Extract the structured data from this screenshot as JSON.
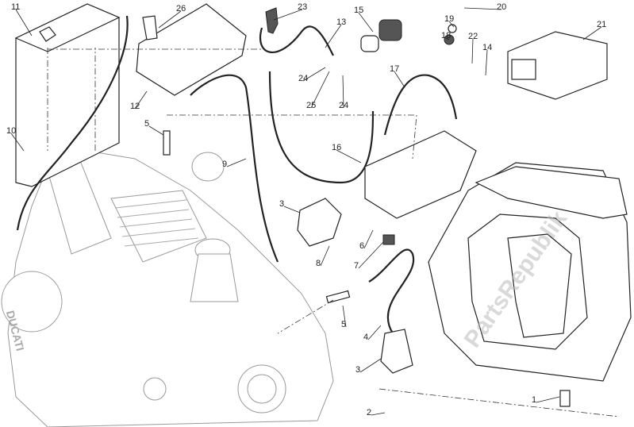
{
  "diagram": {
    "callouts": [
      "11",
      "26",
      "23",
      "13",
      "15",
      "19",
      "20",
      "21",
      "18",
      "22",
      "14",
      "12",
      "24",
      "25",
      "24",
      "17",
      "10",
      "5",
      "9",
      "16",
      "3",
      "6",
      "8",
      "7",
      "5",
      "4",
      "3",
      "2",
      "1"
    ],
    "watermark": "PartsRepublik",
    "engine_badge": "DUCATI"
  }
}
